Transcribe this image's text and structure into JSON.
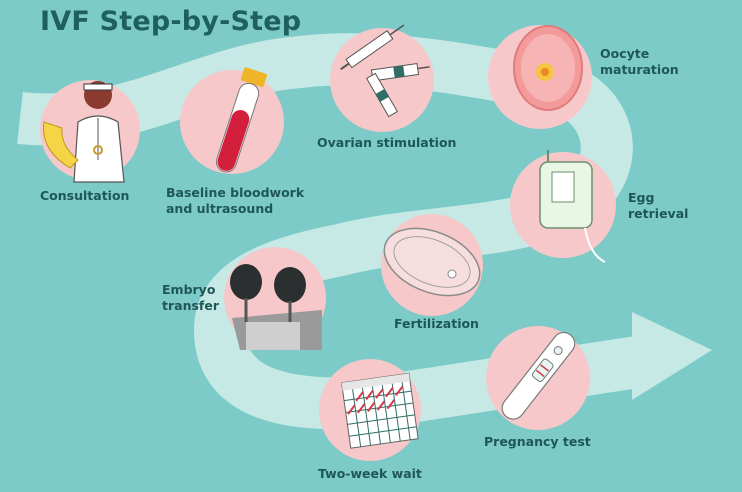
{
  "title": "IVF Step-by-Step",
  "colors": {
    "background": "#7ccbc8",
    "path": "#c6e9e6",
    "circle": "#f6c8c9",
    "text": "#1f5757"
  },
  "steps": [
    {
      "label": "Consultation",
      "icon": "doctor-phone-icon"
    },
    {
      "label": "Baseline bloodwork\nand ultrasound",
      "icon": "blood-tube-icon"
    },
    {
      "label": "Ovarian stimulation",
      "icon": "syringes-icon"
    },
    {
      "label": "Oocyte\nmaturation",
      "icon": "oocyte-icon"
    },
    {
      "label": "Egg\nretrieval",
      "icon": "collection-bag-icon"
    },
    {
      "label": "Fertilization",
      "icon": "petri-dish-icon"
    },
    {
      "label": "Embryo\ntransfer",
      "icon": "stirrups-icon"
    },
    {
      "label": "Two-week wait",
      "icon": "calendar-icon"
    },
    {
      "label": "Pregnancy test",
      "icon": "pregnancy-test-icon"
    }
  ]
}
